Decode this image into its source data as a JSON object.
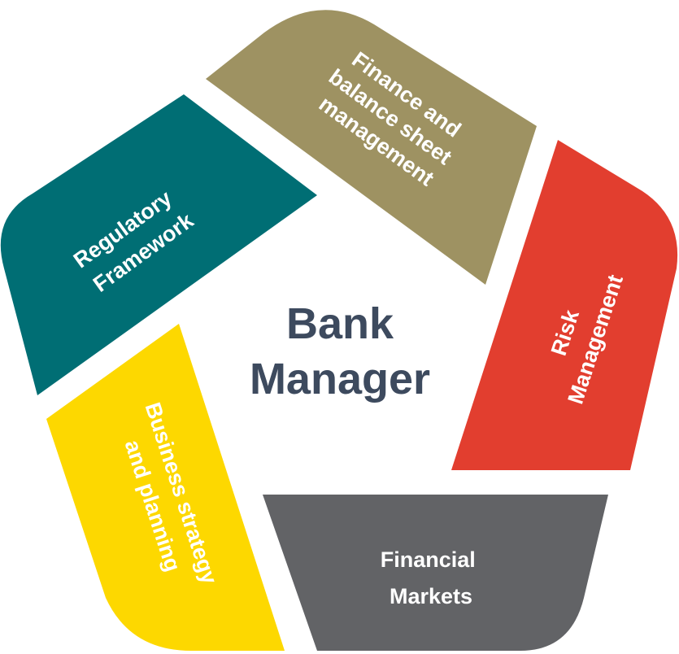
{
  "center": {
    "line1": "Bank",
    "line2": "Manager"
  },
  "segments": [
    {
      "lines": [
        "Finance and",
        "balance sheet",
        "management"
      ],
      "color": "#9e9262"
    },
    {
      "lines": [
        "Risk",
        "Management"
      ],
      "color": "#e23e2f"
    },
    {
      "lines": [
        "Financial",
        "Markets"
      ],
      "color": "#626366"
    },
    {
      "lines": [
        "Business strategy",
        "and planning"
      ],
      "color": "#fdd800"
    },
    {
      "lines": [
        "Regulatory",
        "Framework"
      ],
      "color": "#006e74"
    }
  ]
}
